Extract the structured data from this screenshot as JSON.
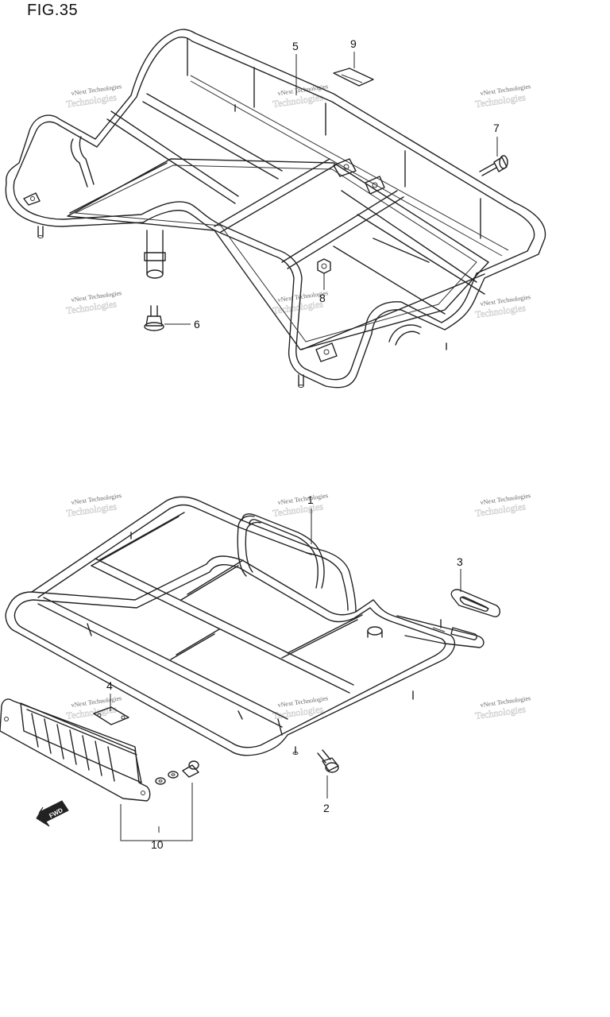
{
  "figure": {
    "title": "FIG.35"
  },
  "watermark": {
    "line1": "vNext Technologies",
    "line2": "Technologies"
  },
  "callouts": {
    "c1": "1",
    "c2": "2",
    "c3": "3",
    "c4": "4",
    "c5": "5",
    "c6": "6",
    "c7": "7",
    "c8": "8",
    "c9": "9",
    "c10": "10"
  },
  "direction_arrow": {
    "label": "FWD"
  }
}
